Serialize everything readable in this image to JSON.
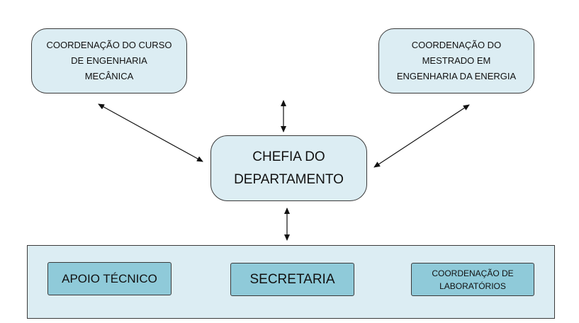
{
  "nodes": {
    "coordenacao_curso": [
      "COORDENAÇÃO DO CURSO",
      "DE ENGENHARIA",
      "MECÂNICA"
    ],
    "coordenacao_mestrado": [
      "COORDENAÇÃO DO",
      "MESTRADO EM",
      "ENGENHARIA DA ENERGIA"
    ],
    "chefia": [
      "CHEFIA DO",
      "DEPARTAMENTO"
    ],
    "apoio_tecnico": [
      "APOIO TÉCNICO"
    ],
    "secretaria": [
      "SECRETARIA"
    ],
    "coordenacao_laboratorios": [
      "COORDENAÇÃO DE",
      "LABORATÓRIOS"
    ]
  },
  "connections": [
    {
      "from": "chefia",
      "to": "coordenacao_curso",
      "bidirectional": true
    },
    {
      "from": "chefia",
      "to": "coordenacao_mestrado",
      "bidirectional": true
    },
    {
      "from": "chefia",
      "to": "above",
      "bidirectional": true
    },
    {
      "from": "chefia",
      "to": "bottom_panel",
      "bidirectional": true
    }
  ],
  "colors": {
    "node_fill": "#dcedf3",
    "box_fill": "#8fcad9",
    "border": "#3a3a3a",
    "arrow": "#111111"
  }
}
